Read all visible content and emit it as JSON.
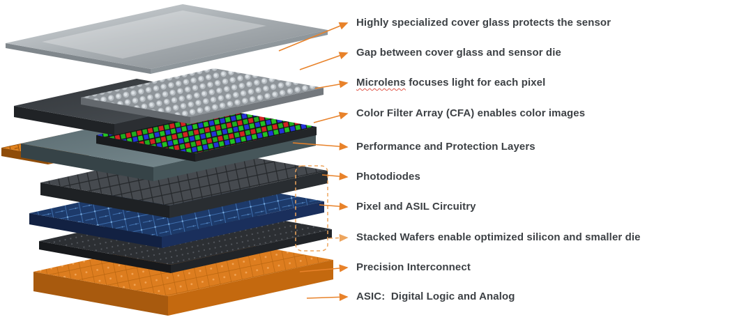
{
  "diagram": {
    "type": "exploded-image-sensor-stack",
    "accent_color": "#E8822A",
    "dashed_accent_color": "#EDA55E",
    "text_color": "#3D4145",
    "labels": [
      {
        "text": "Highly specialized cover glass protects the sensor"
      },
      {
        "text": "Gap between cover glass and sensor die"
      },
      {
        "word": "Microlens",
        "rest": " focuses light for each pixel"
      },
      {
        "text": "Color Filter Array (CFA) enables color images"
      },
      {
        "text": "Performance and Protection Layers"
      },
      {
        "text": "Photodiodes"
      },
      {
        "text": "Pixel and ASIL Circuitry"
      },
      {
        "text": "Stacked Wafers enable optimized silicon and smaller die"
      },
      {
        "text": "Precision Interconnect"
      },
      {
        "text": "ASIC:  Digital Logic and Analog"
      }
    ]
  }
}
